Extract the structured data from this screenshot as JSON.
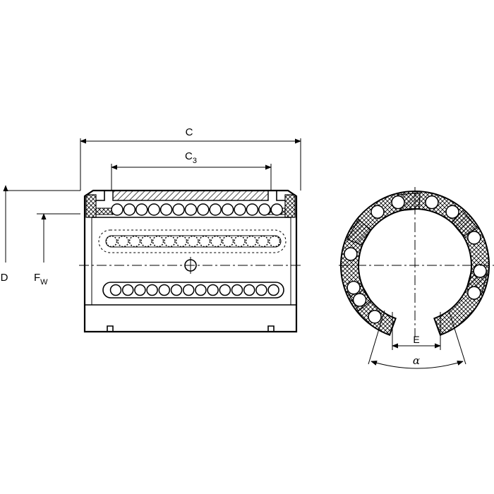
{
  "labels": {
    "C": "C",
    "C3_main": "C",
    "C3_sub": "3",
    "D": "D",
    "Fw_main": "F",
    "Fw_sub": "W",
    "E": "E",
    "alpha": "α"
  },
  "colors": {
    "ink": "#000000",
    "paper": "#ffffff"
  }
}
